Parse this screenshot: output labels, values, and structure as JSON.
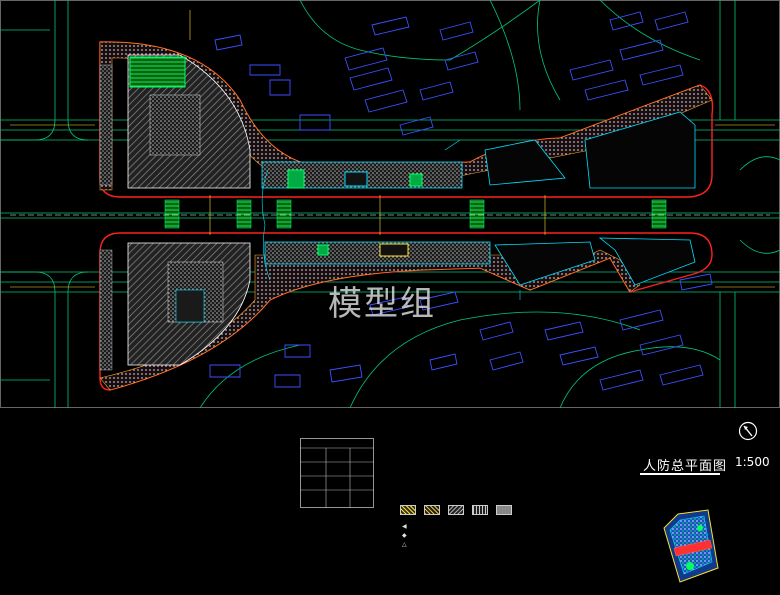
{
  "drawing": {
    "title": "人防总平面图",
    "scale": "1:500",
    "watermark": "模型组"
  },
  "colors": {
    "background": "#000000",
    "road_line": "#00c878",
    "building_outline": "#3c50ff",
    "boundary": "#ff2020",
    "pedestrian_hatch": "#c8c8c8",
    "green_space": "#00ff40",
    "cyan_structure": "#00e0ff",
    "orange_trim": "#ff9a20",
    "yellow_label": "#ffe030"
  },
  "legend": {
    "swatch_count": 5,
    "marker_icons": [
      "triangle-left-icon",
      "diamond-icon",
      "triangle-up-icon"
    ]
  },
  "icons": {
    "north": "north-arrow-icon",
    "key_plan": "key-plan-thumbnail"
  }
}
